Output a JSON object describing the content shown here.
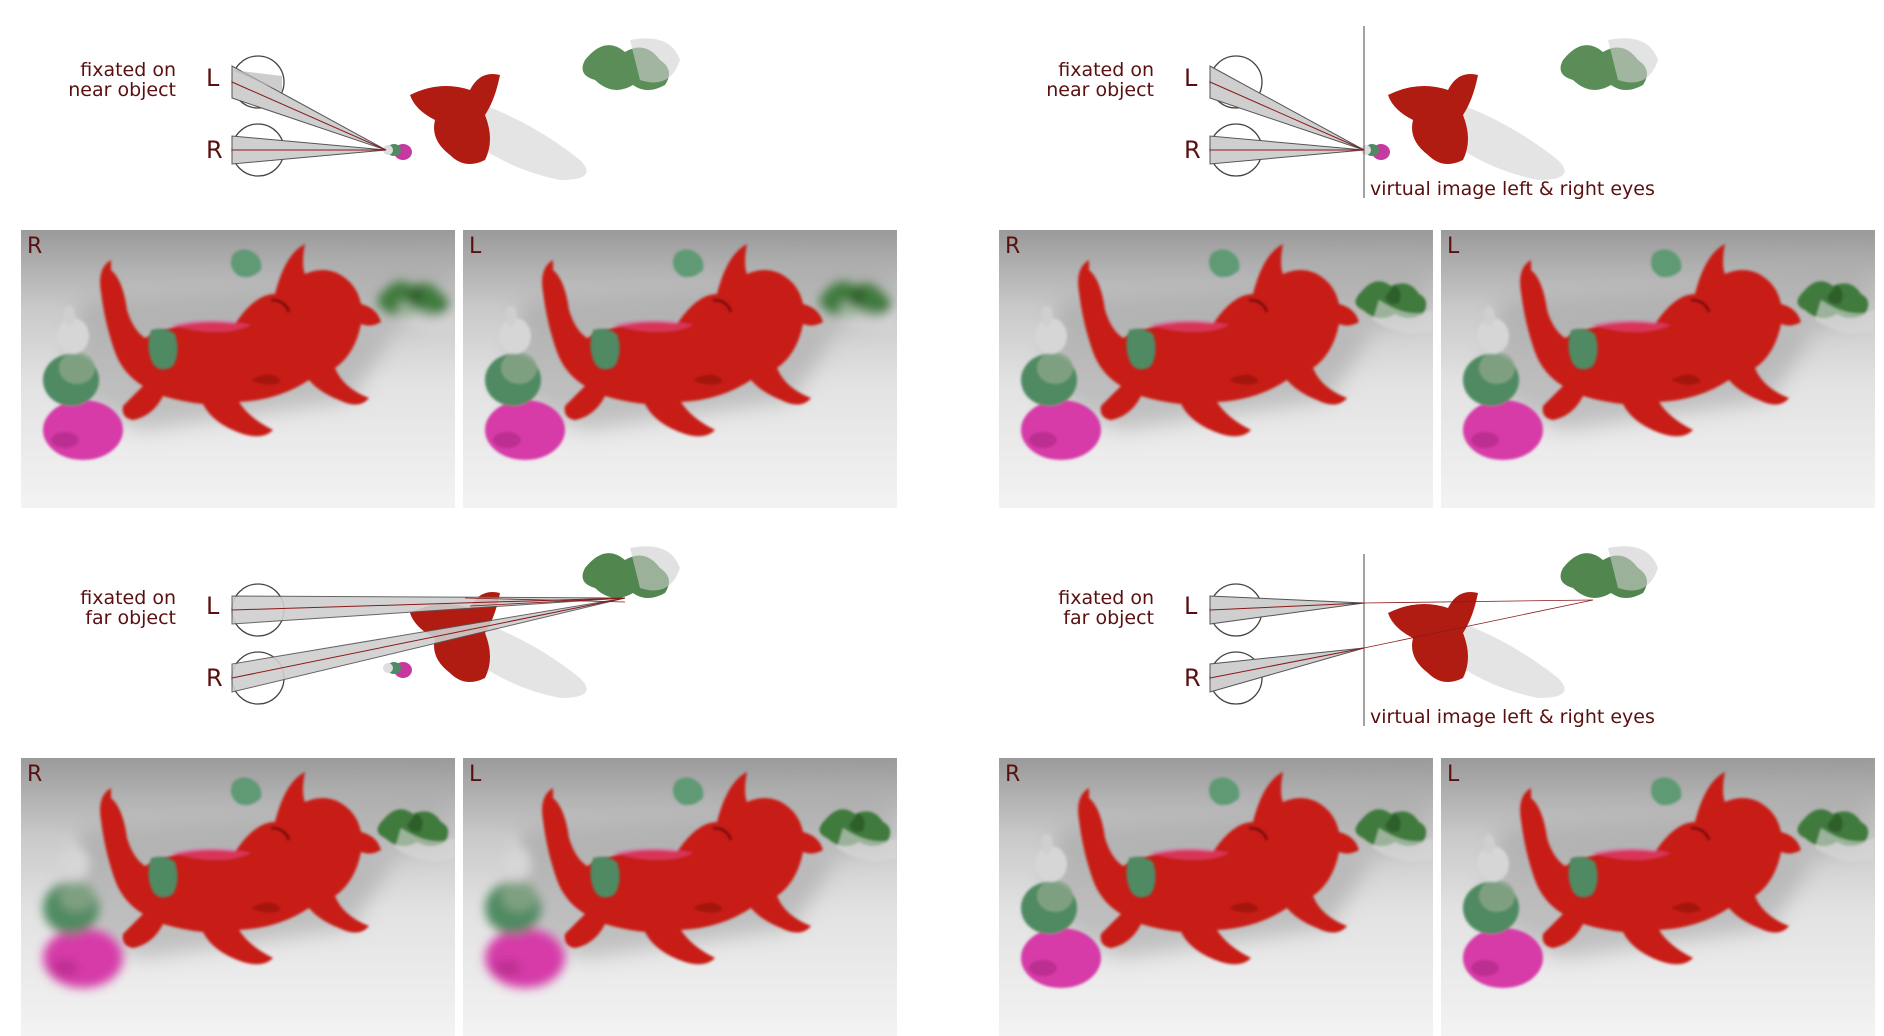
{
  "quadrants": {
    "tl": {
      "fixation_label": "fixated on\nnear object",
      "eye_left": "L",
      "eye_right": "R",
      "virtual_label": "",
      "panel_right_label": "R",
      "panel_left_label": "L",
      "blur": "far"
    },
    "tr": {
      "fixation_label": "fixated on\nnear object",
      "eye_left": "L",
      "eye_right": "R",
      "virtual_label": "virtual image left & right eyes",
      "panel_right_label": "R",
      "panel_left_label": "L",
      "blur": "none"
    },
    "bl": {
      "fixation_label": "fixated on\nfar object",
      "eye_left": "L",
      "eye_right": "R",
      "virtual_label": "",
      "panel_right_label": "R",
      "panel_left_label": "L",
      "blur": "near"
    },
    "br": {
      "fixation_label": "fixated on\nfar object",
      "eye_left": "L",
      "eye_right": "R",
      "virtual_label": "virtual image left & right eyes",
      "panel_right_label": "R",
      "panel_left_label": "L",
      "blur": "none"
    }
  },
  "colors": {
    "text": "#5a1010",
    "dragon": "#c81a12",
    "bunny": "#d63aa8",
    "armadillo": "#4f8a62",
    "tree": "#3f7a3c"
  }
}
